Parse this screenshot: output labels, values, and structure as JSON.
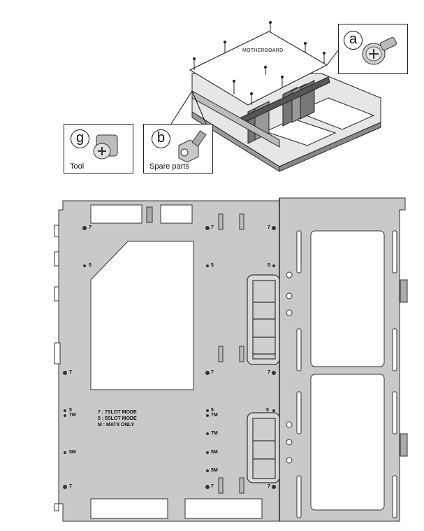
{
  "top_diagram": {
    "motherboard_label": "MOTHERBOARD"
  },
  "callouts": {
    "a": {
      "letter": "a"
    },
    "g": {
      "letter": "g",
      "caption": "Tool"
    },
    "b": {
      "letter": "b",
      "caption": "Spare parts"
    }
  },
  "tray": {
    "hole_labels": {
      "l7_top": "7",
      "m7_top": "7",
      "r7_top": "7",
      "l5": "5",
      "m5": "5",
      "r5": "5",
      "l7_mid": "7",
      "m7_mid": "7",
      "r7_mid": "7",
      "l5_low": "5",
      "l7m_low": "7M",
      "m5_low": "5",
      "m7m_low": "7M",
      "r5_low": "5",
      "m7m_2": "7M",
      "m5m_1": "5M",
      "l5m": "5M",
      "m5m_2": "5M",
      "l7_bot": "7",
      "m7_bot": "7",
      "r7_bot": "7"
    },
    "legend": [
      "7 : 7SLOT MODE",
      "5 : 5SLOT MODE",
      "M : MATX ONLY"
    ]
  }
}
